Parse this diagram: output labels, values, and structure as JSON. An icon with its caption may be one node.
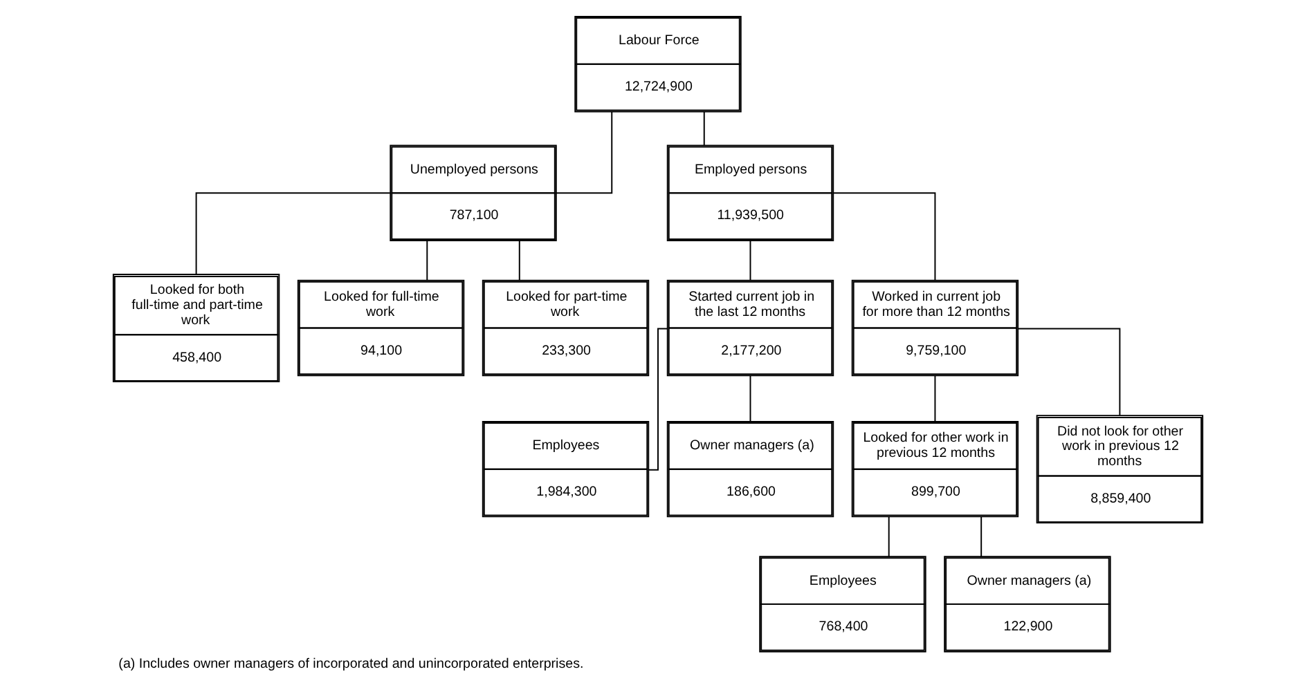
{
  "diagram": {
    "caption": "(a) Includes owner managers of incorporated and unincorporated enterprises.",
    "nodes": [
      {
        "text": [
          "Labour Force",
          "12,724,900"
        ]
      },
      {
        "text": [
          "Unemployed persons",
          "787,100"
        ]
      },
      {
        "text": [
          "Employed persons",
          "11,939,500"
        ]
      },
      {
        "text": [
          "Looked for both full-time and part-time work",
          "458,400"
        ]
      },
      {
        "text": [
          "Looked for full-time work",
          "94,100"
        ]
      },
      {
        "text": [
          "Looked for part-time work",
          "233,300"
        ]
      },
      {
        "text": [
          "Started current job in the last 12 months",
          "2,177,200"
        ]
      },
      {
        "text": [
          "Worked in current job for more than 12 months",
          "9,759,100"
        ]
      },
      {
        "text": [
          "Employees",
          "1,984,300"
        ]
      },
      {
        "text": [
          "Owner managers (a)",
          "186,600"
        ]
      },
      {
        "text": [
          "Looked for other work in previous 12 months",
          "899,700"
        ]
      },
      {
        "text": [
          "Did not look for other work in previous 12 months",
          "8,859,400"
        ]
      },
      {
        "text": [
          "Employees",
          "768,400"
        ]
      },
      {
        "text": [
          "Owner managers (a)",
          "122,900"
        ]
      }
    ],
    "edges": [
      {
        "from": 0,
        "to": 1,
        "arrow": "none"
      },
      {
        "from": 0,
        "to": 2,
        "arrow": "none"
      },
      {
        "from": 1,
        "to": 3,
        "arrow": "none"
      },
      {
        "from": 1,
        "to": 4,
        "arrow": "none"
      },
      {
        "from": 1,
        "to": 5,
        "arrow": "none"
      },
      {
        "from": 2,
        "to": 6,
        "arrow": "none"
      },
      {
        "from": 2,
        "to": 7,
        "arrow": "none"
      },
      {
        "from": 6,
        "to": 8,
        "arrow": "none"
      },
      {
        "from": 6,
        "to": 9,
        "arrow": "none"
      },
      {
        "from": 7,
        "to": 10,
        "arrow": "none"
      },
      {
        "from": 7,
        "to": 11,
        "arrow": "none"
      },
      {
        "from": 10,
        "to": 12,
        "arrow": "none"
      },
      {
        "from": 10,
        "to": 13,
        "arrow": "none"
      }
    ]
  }
}
